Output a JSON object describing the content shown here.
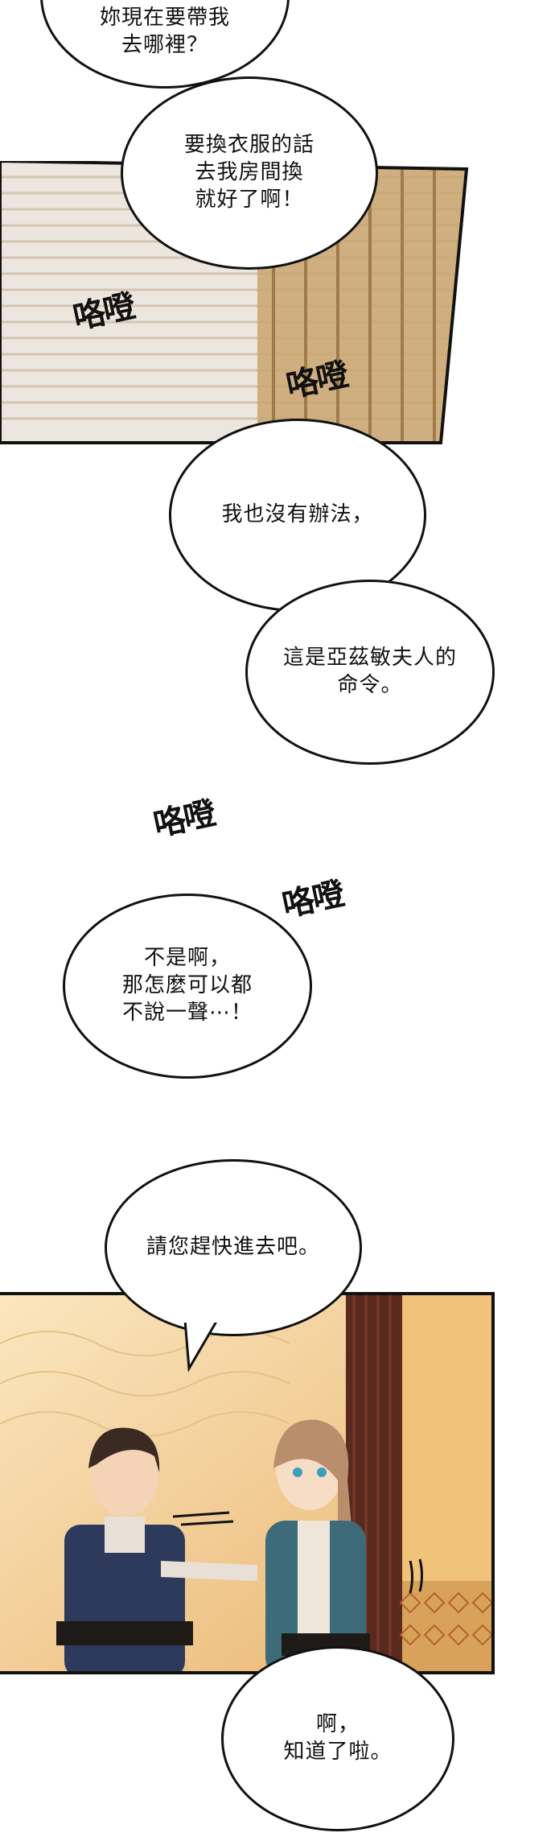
{
  "panels": {
    "top_room": {
      "colors": {
        "wall": "#ede6de",
        "wood": "#c9a46e",
        "frame": "#111111"
      }
    },
    "bottom_scene": {
      "colors": {
        "bg": "#f3d7a3",
        "curtain": "#5b2a1e",
        "pattern": "#d8a25a"
      }
    }
  },
  "bubbles": [
    {
      "id": "b1",
      "text": "妳現在要帶我\n去哪裡？"
    },
    {
      "id": "b2",
      "text": "要換衣服的話\n去我房間換\n就好了啊！"
    },
    {
      "id": "b3",
      "text": "我也沒有辦法，"
    },
    {
      "id": "b4",
      "text": "這是亞茲敏夫人的\n命令。"
    },
    {
      "id": "b5",
      "text": "不是啊，\n那怎麼可以都\n不說一聲⋯！"
    },
    {
      "id": "b6",
      "text": "請您趕快進去吧。"
    },
    {
      "id": "b7",
      "text": "啊，\n知道了啦。"
    }
  ],
  "sfx": [
    "咯噔",
    "咯噔",
    "咯噔",
    "咯噔"
  ]
}
